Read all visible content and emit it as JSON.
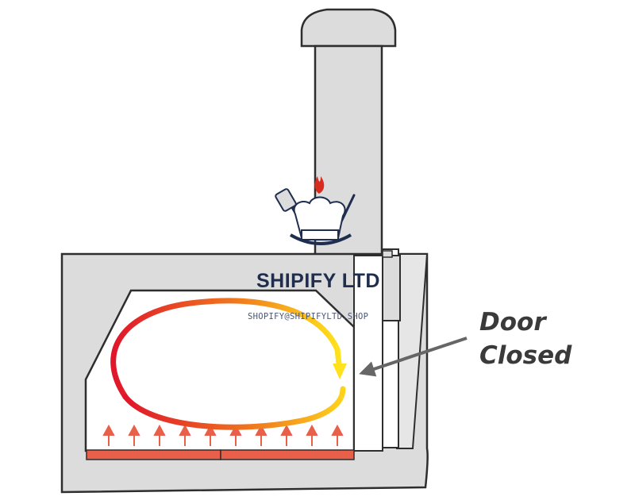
{
  "labels": {
    "door": "Door",
    "closed": "Closed"
  },
  "watermark": {
    "company": "SHIPIFY LTD",
    "email": "SHOPIFY@SHIPIFYLTD.SHOP"
  },
  "colors": {
    "oven_body": "#dcdcdc",
    "outline": "#2e2e2e",
    "floor_brick": "#e8604a",
    "heat_arrow": "#e8604a",
    "flow_start": "#e0162b",
    "flow_end": "#ffe21c",
    "label_text": "#3a3a3a",
    "pointer_arrow": "#666666"
  },
  "icons": {
    "logo": "chef-hat-with-flame-and-utensils"
  }
}
